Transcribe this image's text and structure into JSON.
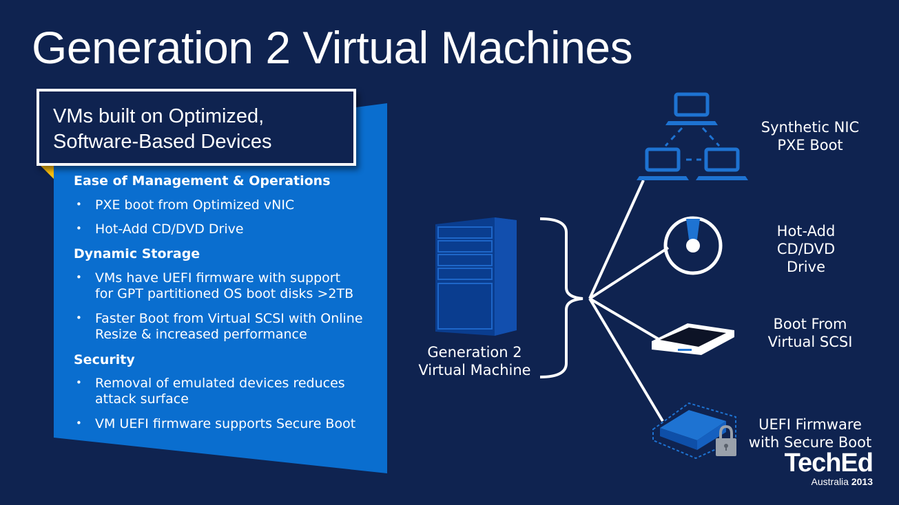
{
  "title": "Generation 2 Virtual Machines",
  "callout": {
    "line1": "VMs built on Optimized,",
    "line2": "Software-Based Devices"
  },
  "sections": [
    {
      "heading": "Ease of Management & Operations",
      "items": [
        [
          "PXE boot from Optimized vNIC"
        ],
        [
          "Hot-Add CD/DVD Drive"
        ]
      ]
    },
    {
      "heading": "Dynamic Storage",
      "items": [
        [
          "VMs have UEFI firmware with support",
          "for GPT partitioned OS boot disks >2TB"
        ],
        [
          "Faster Boot from Virtual SCSI with Online",
          "Resize & increased performance"
        ]
      ]
    },
    {
      "heading": "Security",
      "items": [
        [
          "Removal of emulated devices reduces",
          "attack surface"
        ],
        [
          "VM UEFI firmware supports Secure Boot"
        ]
      ]
    }
  ],
  "bullet_char": "•",
  "diagram": {
    "vm_label": [
      "Generation 2",
      "Virtual Machine"
    ],
    "features": [
      {
        "lines": [
          "Synthetic NIC",
          "PXE Boot"
        ],
        "icon": "network-computers-icon"
      },
      {
        "lines": [
          "Hot-Add",
          "CD/DVD",
          "Drive"
        ],
        "icon": "dvd-disc-icon"
      },
      {
        "lines": [
          "Boot From",
          "Virtual SCSI"
        ],
        "icon": "storage-drive-icon"
      },
      {
        "lines": [
          "UEFI Firmware",
          "with Secure Boot"
        ],
        "icon": "secure-firmware-icon"
      }
    ]
  },
  "brand": {
    "name": "TechEd",
    "place": "Australia",
    "year": "2013"
  },
  "colors": {
    "background": "#0f2350",
    "panel": "#0a6ecf",
    "accent": "#ffc20e",
    "icon_blue": "#1e73d2",
    "text": "#ffffff"
  }
}
